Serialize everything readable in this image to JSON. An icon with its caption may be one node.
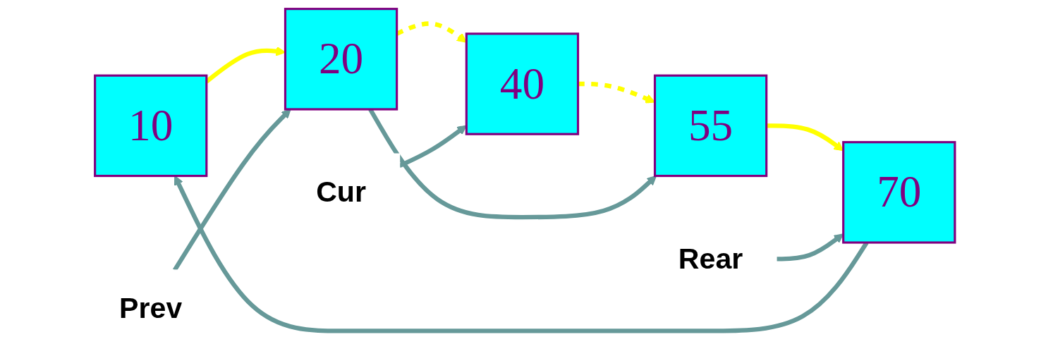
{
  "diagram": {
    "nodes": [
      {
        "text": [
          "10"
        ]
      },
      {
        "text": [
          "20"
        ]
      },
      {
        "text": [
          "40"
        ]
      },
      {
        "text": [
          "55"
        ]
      },
      {
        "text": [
          "70"
        ]
      },
      {
        "text": [
          "Prev"
        ]
      },
      {
        "text": [
          "Cur"
        ]
      },
      {
        "text": [
          "Rear"
        ]
      }
    ],
    "edges": [
      {
        "from": 0,
        "to": 1,
        "arrow": "to",
        "color": "#ffff00"
      },
      {
        "from": 1,
        "to": 2,
        "arrow": "to",
        "style": "dashed",
        "color": "#ffff00"
      },
      {
        "from": 2,
        "to": 3,
        "arrow": "to",
        "style": "dashed",
        "color": "#ffff00"
      },
      {
        "from": 3,
        "to": 4,
        "arrow": "to",
        "color": "#ffff00"
      },
      {
        "from": 4,
        "to": 0,
        "arrow": "to"
      },
      {
        "from": 1,
        "to": 3,
        "arrow": "to"
      },
      {
        "from": 5,
        "to": 1,
        "arrow": "to"
      },
      {
        "from": 6,
        "to": 2,
        "arrow": "to"
      },
      {
        "from": 7,
        "to": 4,
        "arrow": "to"
      }
    ]
  }
}
